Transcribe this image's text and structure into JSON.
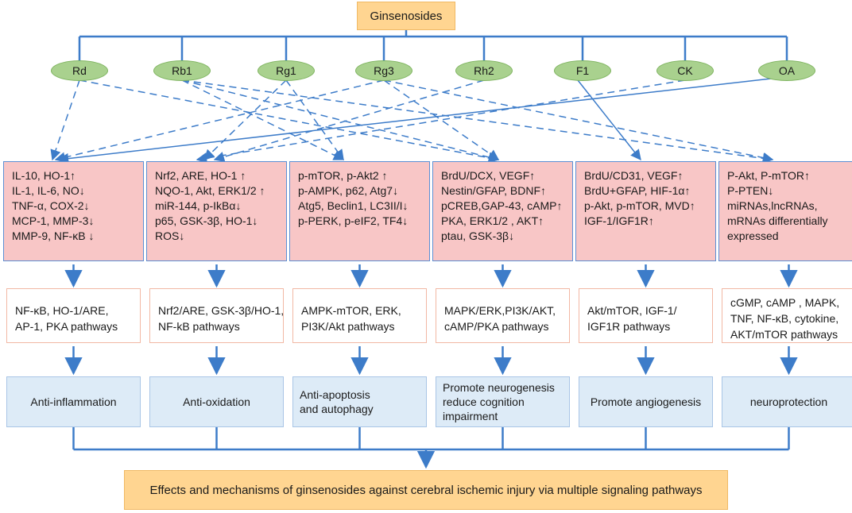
{
  "top": {
    "label": "Ginsenosides"
  },
  "nodes": [
    "Rd",
    "Rb1",
    "Rg1",
    "Rg3",
    "Rh2",
    "F1",
    "CK",
    "OA"
  ],
  "effects": [
    [
      "IL-10, HO-1↑",
      "IL-1, IL-6, NO↓",
      "TNF-α, COX-2↓",
      "MCP-1, MMP-3↓",
      "MMP-9, NF-κB ↓"
    ],
    [
      "Nrf2, ARE, HO-1 ↑",
      "NQO-1, Akt, ERK1/2 ↑",
      "miR-144, p-IkBα↓",
      "p65, GSK-3β, HO-1↓",
      "ROS↓"
    ],
    [
      "p-mTOR, p-Akt2 ↑",
      "p-AMPK, p62, Atg7↓",
      "Atg5, Beclin1, LC3II/I↓",
      "p-PERK, p-eIF2, TF4↓"
    ],
    [
      "BrdU/DCX, VEGF↑",
      "Nestin/GFAP, BDNF↑",
      "pCREB,GAP-43, cAMP↑",
      "PKA, ERK1/2 , AKT↑",
      "ptau, GSK-3β↓"
    ],
    [
      "BrdU/CD31, VEGF↑",
      "BrdU+GFAP, HIF-1α↑",
      "p-Akt,  p-mTOR, MVD↑",
      "IGF-1/IGF1R↑"
    ],
    [
      "P-Akt, P-mTOR↑",
      "P-PTEN↓",
      "miRNAs,lncRNAs,",
      "mRNAs differentially",
      "expressed"
    ]
  ],
  "pathways": [
    [
      "NF-κB, HO-1/ARE,",
      "AP-1, PKA pathways"
    ],
    [
      "Nrf2/ARE, GSK-3β/HO-1,",
      "NF-kB pathways"
    ],
    [
      "AMPK-mTOR, ERK,",
      "PI3K/Akt pathways"
    ],
    [
      "MAPK/ERK,PI3K/AKT,",
      "cAMP/PKA pathways"
    ],
    [
      "Akt/mTOR, IGF-1/",
      "IGF1R pathways"
    ],
    [
      "cGMP, cAMP , MAPK,",
      "TNF, NF-κB, cytokine,",
      "AKT/mTOR pathways"
    ]
  ],
  "outcomes": [
    [
      "Anti-inflammation"
    ],
    [
      "Anti-oxidation"
    ],
    [
      "Anti-apoptosis",
      "and autophagy"
    ],
    [
      "Promote neurogenesis",
      "reduce cognition",
      "impairment"
    ],
    [
      "Promote angiogenesis"
    ],
    [
      "neuroprotection"
    ]
  ],
  "bottom": {
    "label": "Effects and mechanisms of ginsenosides against cerebral  ischemic injury via multiple signaling pathways"
  },
  "colors": {
    "line": "#3d7cc9",
    "node_fill": "#a9d18e",
    "effect_fill": "#f8c6c6",
    "outcome_fill": "#ddebf7",
    "title_fill": "#ffd591"
  }
}
